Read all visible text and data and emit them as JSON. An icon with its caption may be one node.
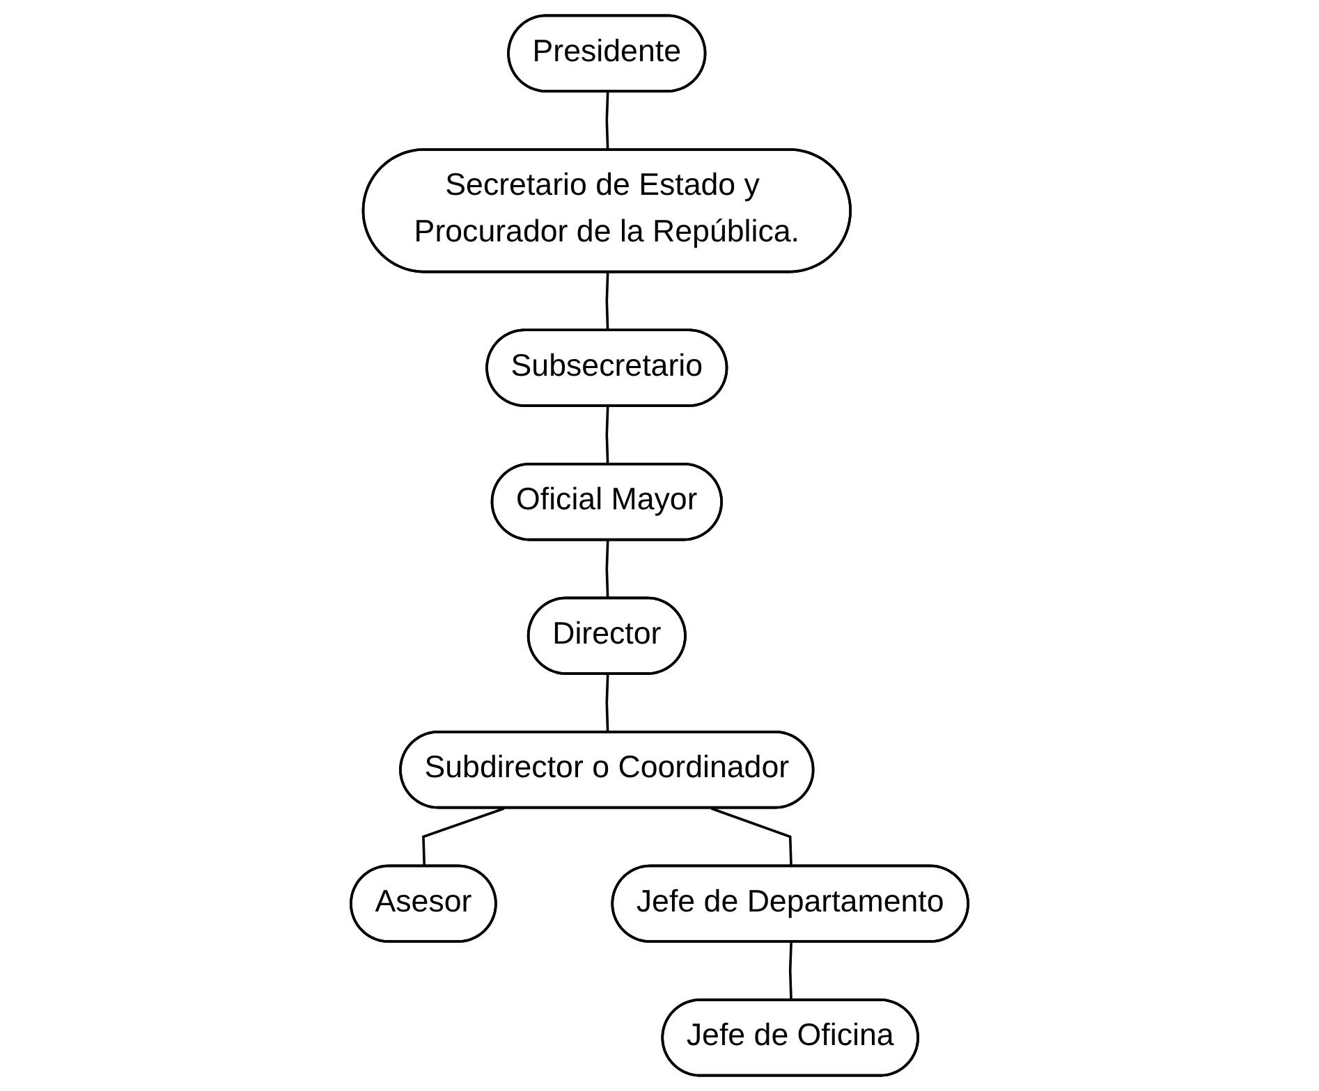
{
  "diagram": {
    "nodes": [
      {
        "text": [
          "Presidente"
        ]
      },
      {
        "text": [
          "Secretario de Estado y Procurador de la República."
        ]
      },
      {
        "text": [
          "Subsecretario"
        ]
      },
      {
        "text": [
          "Oficial Mayor"
        ]
      },
      {
        "text": [
          "Director"
        ]
      },
      {
        "text": [
          "Subdirector o Coordinador"
        ]
      },
      {
        "text": [
          "Asesor"
        ]
      },
      {
        "text": [
          "Jefe de Departamento"
        ]
      },
      {
        "text": [
          "Jefe de Oficina"
        ]
      }
    ],
    "edges": [
      {
        "from": 0,
        "to": 1,
        "arrow": "none"
      },
      {
        "from": 1,
        "to": 2,
        "arrow": "none"
      },
      {
        "from": 2,
        "to": 3,
        "arrow": "none"
      },
      {
        "from": 3,
        "to": 4,
        "arrow": "none"
      },
      {
        "from": 4,
        "to": 5,
        "arrow": "none"
      },
      {
        "from": 5,
        "to": 6,
        "arrow": "none"
      },
      {
        "from": 5,
        "to": 7,
        "arrow": "none"
      },
      {
        "from": 7,
        "to": 8,
        "arrow": "none"
      }
    ]
  }
}
